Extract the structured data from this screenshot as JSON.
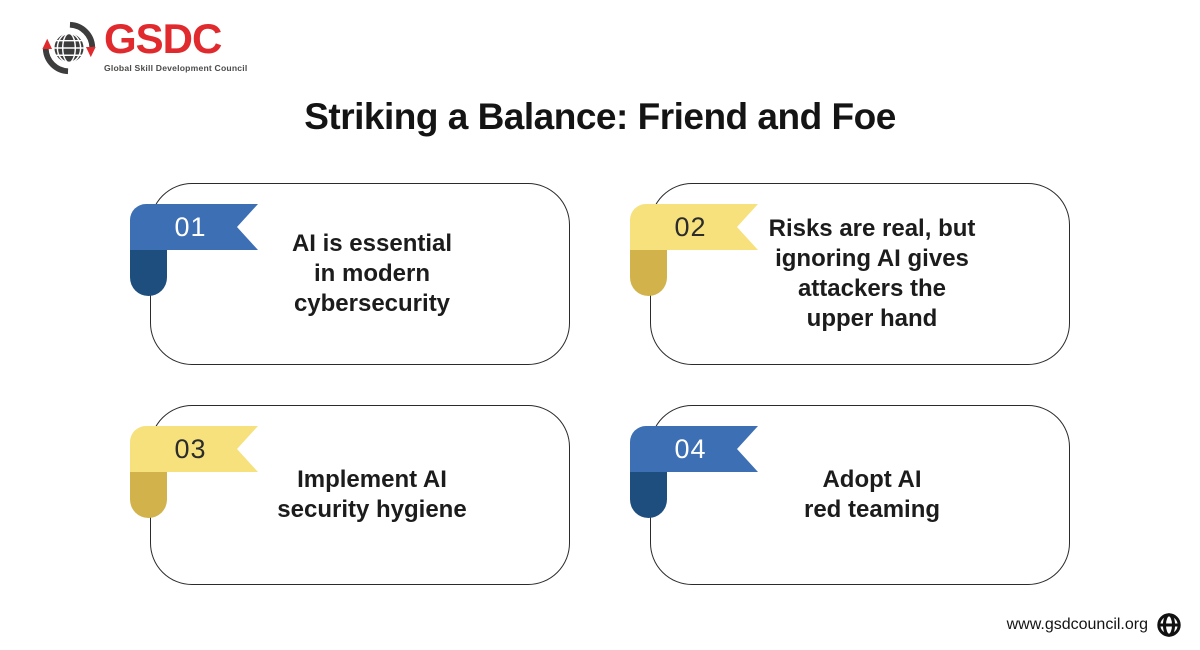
{
  "brand": {
    "name": "GSDC",
    "tagline": "Global Skill Development Council",
    "name_color": "#e12a2e",
    "tagline_color": "#4b4b49",
    "globe_color": "#3d3d3d",
    "arrow_color": "#e12a2e"
  },
  "title": "Striking a Balance: Friend and Foe",
  "cards": [
    {
      "number": "01",
      "text": "AI is essential\nin modern\ncybersecurity",
      "band_color": "#3c6fb4",
      "fold_color": "#1d4e7e",
      "number_color": "#ffffff"
    },
    {
      "number": "02",
      "text": "Risks are real, but\nignoring AI gives\nattackers the\nupper hand",
      "band_color": "#f6e17d",
      "fold_color": "#d2b24b",
      "number_color": "#2c2c2c"
    },
    {
      "number": "03",
      "text": "Implement AI\nsecurity hygiene",
      "band_color": "#f6e17d",
      "fold_color": "#d2b24b",
      "number_color": "#2c2c2c"
    },
    {
      "number": "04",
      "text": "Adopt AI\nred teaming",
      "band_color": "#3c6fb4",
      "fold_color": "#1d4e7e",
      "number_color": "#ffffff"
    }
  ],
  "footer": {
    "url": "www.gsdcouncil.org"
  },
  "icons": {
    "logo_globe": "globe-with-orbit-arrows-icon",
    "footer_globe": "globe-icon"
  },
  "colors": {
    "background": "#ffffff",
    "title": "#141414",
    "card_border": "#2b2b2b",
    "card_text": "#1c1c1c"
  }
}
